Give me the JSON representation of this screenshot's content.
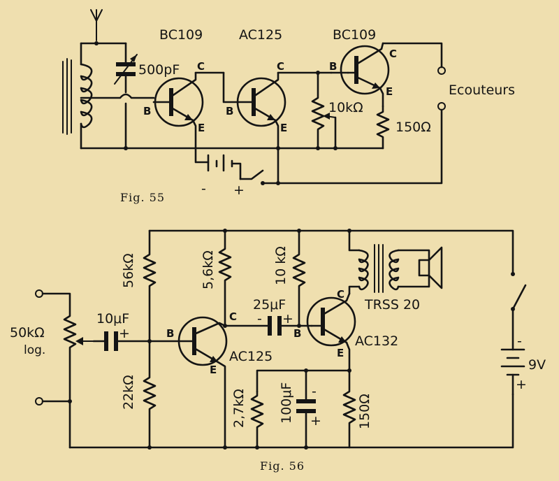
{
  "fig55": {
    "caption": "Fig. 55",
    "q1": {
      "type": "BC109",
      "c": "C",
      "b": "B",
      "e": "E"
    },
    "q2": {
      "type": "AC125",
      "c": "C",
      "b": "B",
      "e": "E"
    },
    "q3": {
      "type": "BC109",
      "c": "C",
      "b": "B",
      "e": "E"
    },
    "cap_var": "500pF",
    "pot": "10kΩ",
    "res": "150Ω",
    "headphones": "Ecouteurs",
    "bat_minus": "-",
    "bat_plus": "+"
  },
  "fig56": {
    "caption": "Fig. 56",
    "pot": "50kΩ",
    "pot_taper": "log.",
    "c_in": "10μF",
    "c_in_plus": "+",
    "c_couple": "25μF",
    "c_couple_minus": "-",
    "c_couple_plus": "+",
    "r1": "56kΩ",
    "r2": "22kΩ",
    "r3": "5,6kΩ",
    "r4": "10 kΩ",
    "r5": "2,7kΩ",
    "c_emit": "100μF",
    "c_emit_minus": "-",
    "c_emit_plus": "+",
    "r6": "150Ω",
    "q1": {
      "type": "AC125",
      "c": "C",
      "b": "B",
      "e": "E"
    },
    "q2": {
      "type": "AC132",
      "c": "C",
      "b": "B",
      "e": "E"
    },
    "transformer": "TRSS 20",
    "battery": "9V",
    "bat_minus": "-",
    "bat_plus": "+"
  }
}
